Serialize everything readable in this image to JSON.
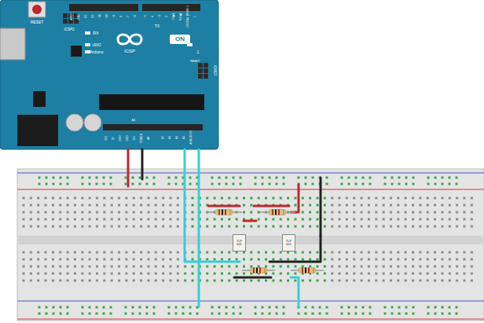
{
  "diagram": {
    "nodes": [
      {
        "text": [
          "TLP 621"
        ]
      },
      {
        "text": [
          "TLP 621"
        ]
      }
    ],
    "labels": [
      "RESET",
      "ICSP2",
      "AREF",
      "GND",
      "13",
      "12",
      "~11",
      "~10",
      "~9",
      "8",
      "7",
      "~6",
      "~5",
      "4",
      "~3",
      "2",
      "TX▶1",
      "RX◀0",
      "DIGITAL (PWM~)",
      "L",
      "TX",
      "RX",
      "UNO",
      "Arduino",
      "ON",
      "ICSP",
      "1",
      "IOREF",
      "RESET",
      "3V3",
      "5V",
      "GND",
      "GND",
      "VIN",
      "POWER",
      "A0",
      "A1",
      "A2",
      "A3",
      "A4",
      "A5",
      "ANALOG IN"
    ]
  }
}
